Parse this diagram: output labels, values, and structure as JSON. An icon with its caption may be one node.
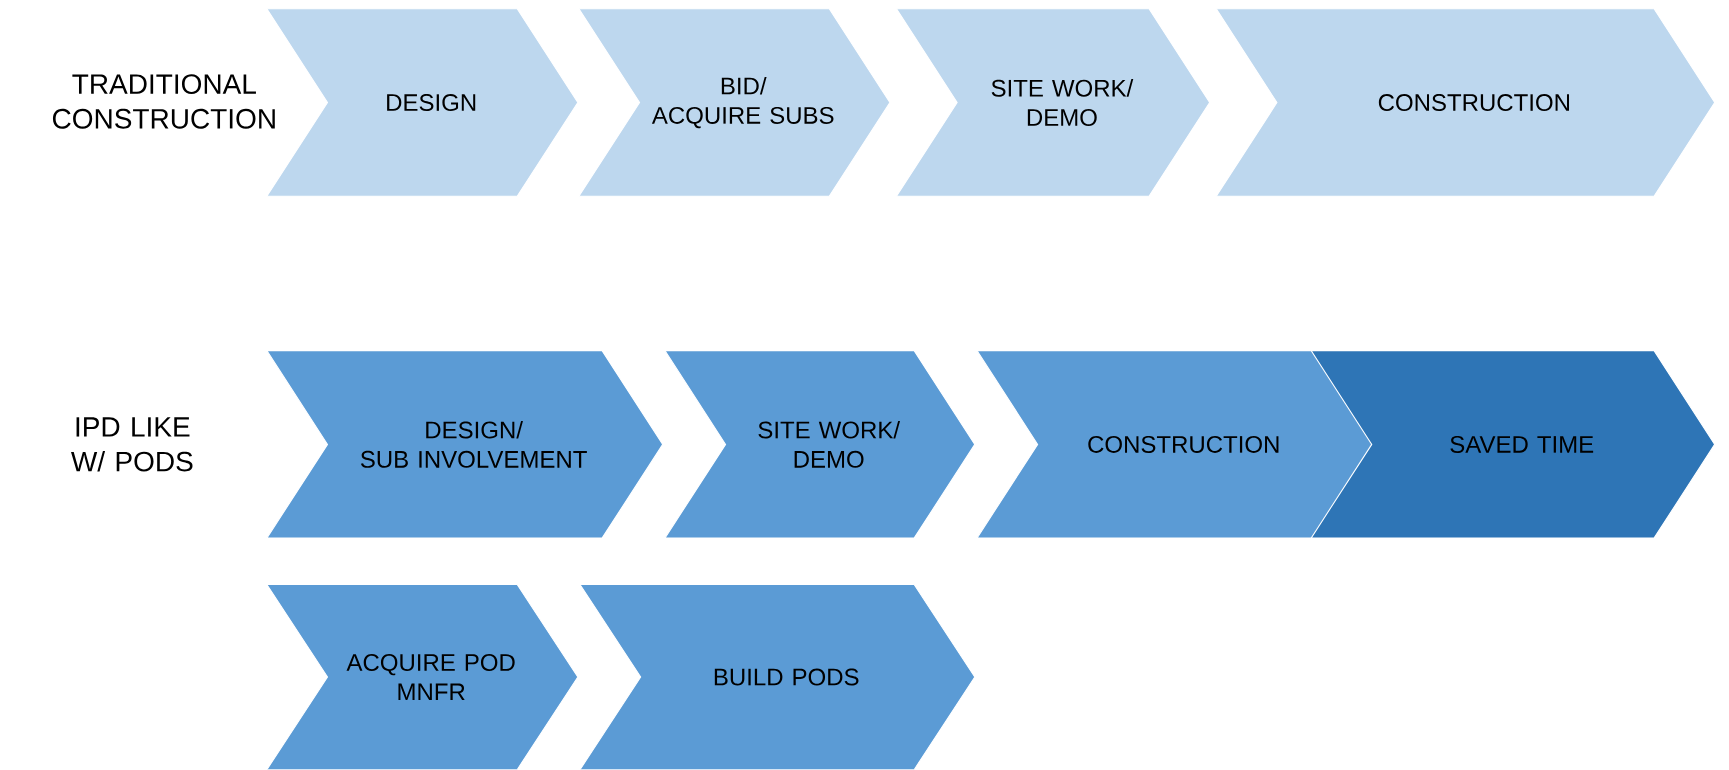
{
  "diagram": {
    "nodes": [
      {
        "text": [
          "DESIGN"
        ]
      },
      {
        "text": [
          "BID/ ACQUIRE SUBS"
        ]
      },
      {
        "text": [
          "SITE WORK/ DEMO"
        ]
      },
      {
        "text": [
          "CONSTRUCTION"
        ]
      },
      {
        "text": [
          "DESIGN/ SUB INVOLVEMENT"
        ]
      },
      {
        "text": [
          "SITE WORK/ DEMO"
        ]
      },
      {
        "text": [
          "CONSTRUCTION"
        ]
      },
      {
        "text": [
          "SAVED TIME"
        ]
      },
      {
        "text": [
          "ACQUIRE POD MNFR"
        ]
      },
      {
        "text": [
          "BUILD PODS"
        ]
      }
    ],
    "labels": [
      "TRADITIONAL CONSTRUCTION",
      "IPD LIKE W/ PODS"
    ]
  }
}
